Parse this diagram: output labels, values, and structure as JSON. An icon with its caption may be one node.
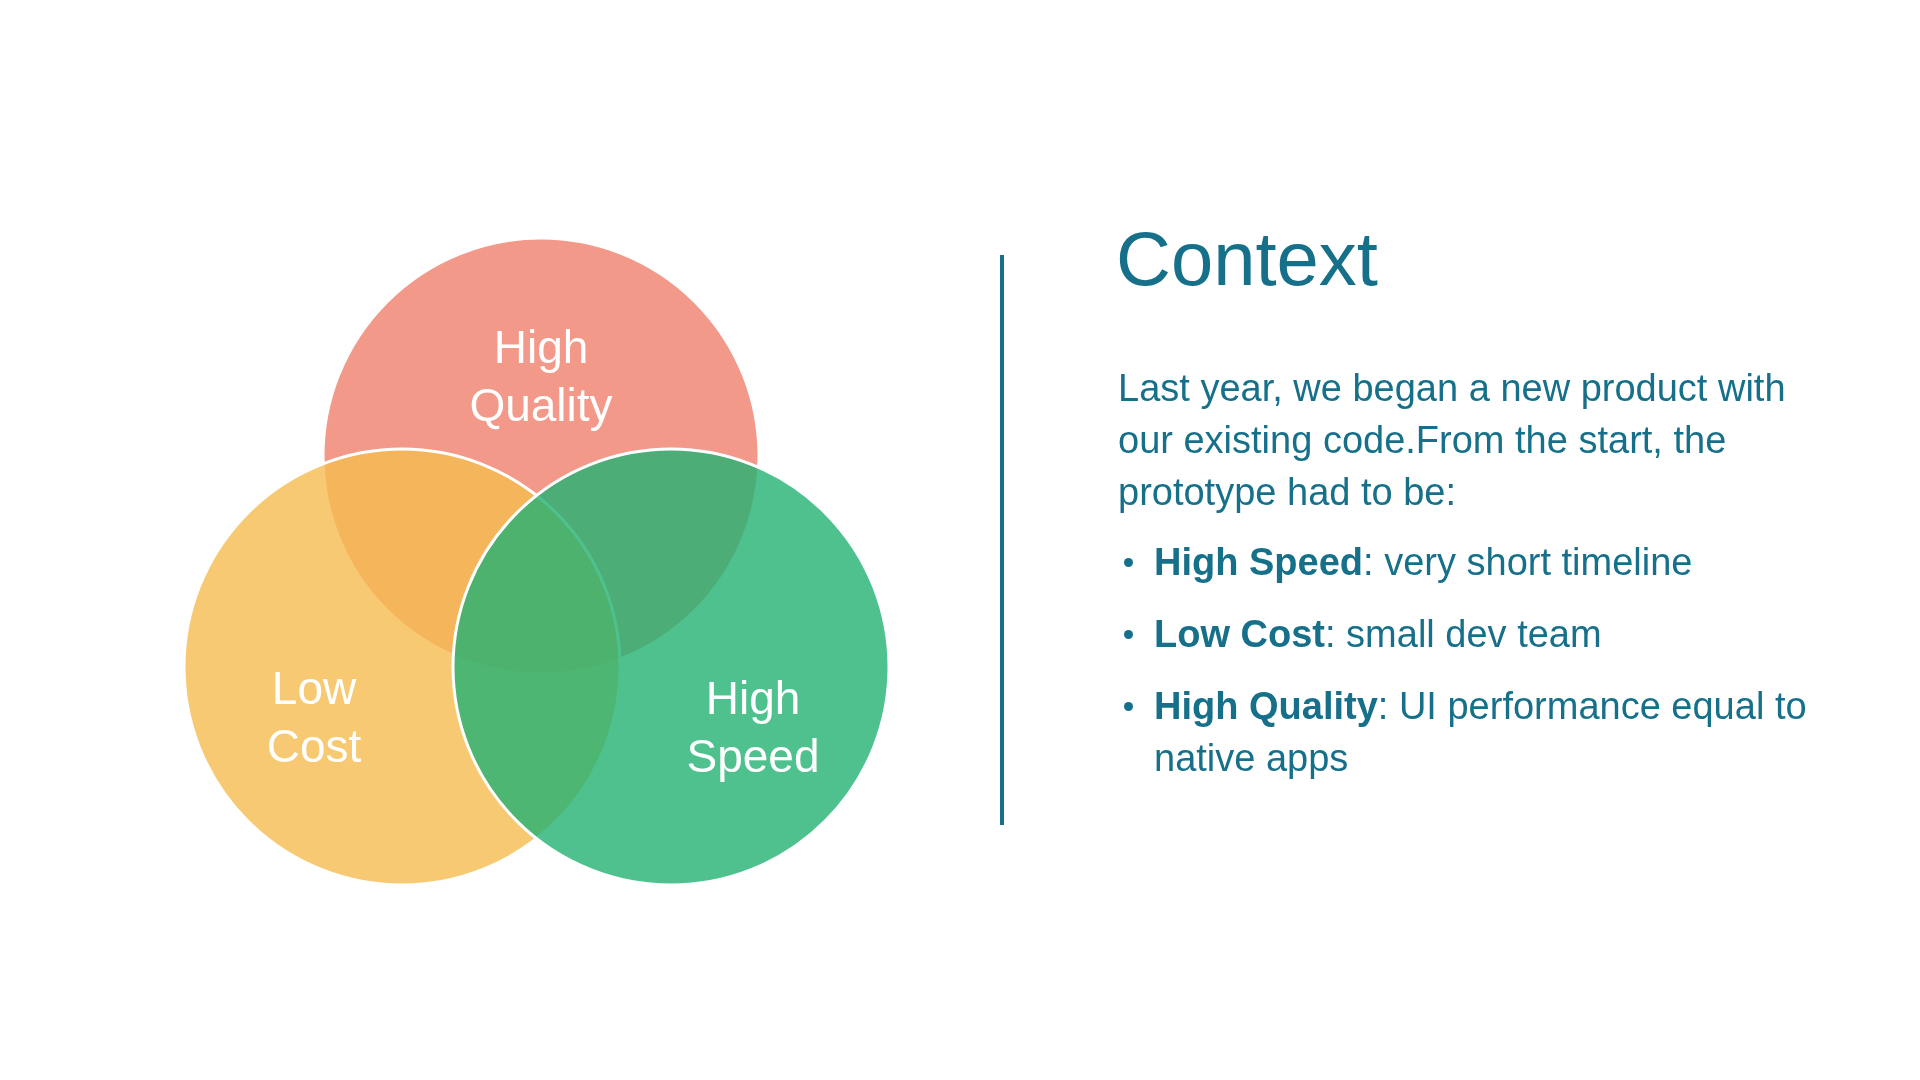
{
  "diagram": {
    "title": "Context",
    "nodes": [
      {
        "text": [
          "High Quality"
        ]
      },
      {
        "text": [
          "Low Cost"
        ]
      },
      {
        "text": [
          "High Speed"
        ]
      }
    ],
    "labels": [
      "Last year, we began a new product with our existing code.From the start, the prototype had to be:",
      "**High Speed**: very short timeline",
      "**Low Cost**: small dev team",
      "**High Quality**: UI performance equal to native apps"
    ]
  }
}
